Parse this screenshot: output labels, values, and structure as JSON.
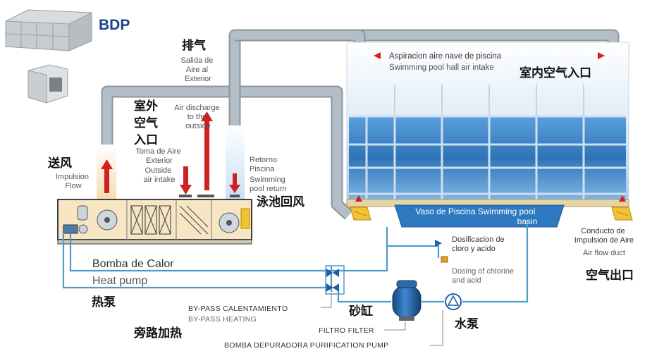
{
  "brand": {
    "name": "BDP"
  },
  "labels": {
    "exhaust_cn": "排气",
    "exhaust_es": [
      "Salida de",
      "Aire al",
      "Exterior"
    ],
    "air_discharge_en": [
      "Air discharge",
      "to the",
      "outside"
    ],
    "outdoor_air_cn": [
      "室外",
      "空气",
      "入口"
    ],
    "outdoor_air_es": [
      "Toma de Aire",
      "Exterior"
    ],
    "outdoor_air_en": [
      "Outside",
      "air intake"
    ],
    "supply_cn": "送风",
    "supply_en": [
      "Impulsion",
      "Flow"
    ],
    "return_es": [
      "Retorno",
      "Piscina"
    ],
    "return_en": [
      "Swimming",
      "pool return"
    ],
    "return_cn": "泳池回风",
    "hall_intake_es": "Aspiracion aire nave de piscina",
    "hall_intake_en": "Swimming pool hall air intake",
    "indoor_air_cn": "室内空气入口",
    "pool_basin": [
      "Vaso de Piscina  Swimming pool",
      "basin"
    ],
    "duct_es": [
      "Conducto de",
      "Impulsion de Aire"
    ],
    "duct_en": "Air flow duct",
    "air_outlet_cn": "空气出口",
    "heat_pump_es": "Bomba de Calor",
    "heat_pump_en": "Heat pump",
    "heat_pump_cn": "热泵",
    "dosing_es": [
      "Dosificacion de",
      "cloro y acido"
    ],
    "dosing_en": [
      "Dosing of chlorine",
      "and acid"
    ],
    "bypass_es": "BY-PASS CALENTAMIENTO",
    "bypass_en": "BY-PASS HEATING",
    "bypass_cn": "旁路加热",
    "sand_filter_cn": "砂缸",
    "filter_label": "FILTRO FILTER",
    "water_pump_cn": "水泵",
    "pump_label": "BOMBA DEPURADORA PURIFICATION PUMP"
  },
  "colors": {
    "duct": "#a9b4bd",
    "duct_edge": "#8a959e",
    "arrow_red": "#d21f1f",
    "pipe_blue": "#4e9ac9",
    "unit_fill": "#f7e6c3",
    "pool_blue": "#2e78c0",
    "filter_blue": "#1f5fa8",
    "brand_blue": "#1d3f8a"
  }
}
